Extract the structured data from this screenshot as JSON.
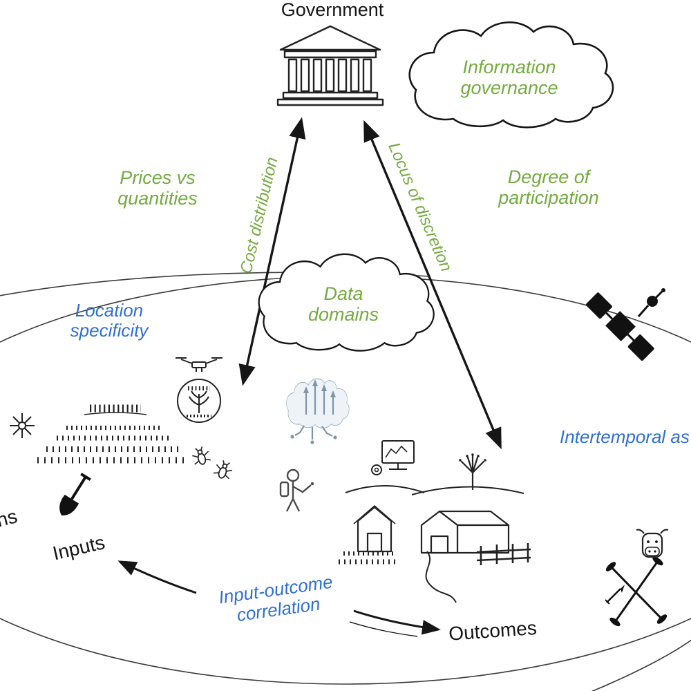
{
  "palette": {
    "green": "#74ab3f",
    "blue": "#2d6fd2",
    "ink": "#161616"
  },
  "title": {
    "government": "Government"
  },
  "clouds": {
    "information_governance": {
      "line1": "Information",
      "line2": "governance"
    },
    "data_domains": {
      "line1": "Data",
      "line2": "domains"
    }
  },
  "policy_labels": {
    "prices_vs_quantities": {
      "line1": "Prices vs",
      "line2": "quantities"
    },
    "degree_of_participation": {
      "line1": "Degree of",
      "line2": "participation"
    },
    "cost_distribution": "Cost distribution",
    "locus_of_discretion": "Locus of discretion"
  },
  "data_labels": {
    "location_specificity": {
      "line1": "Location",
      "line2": "specificity"
    },
    "intertemporal_partial": "Intertemporal as",
    "input_outcome_correlation": {
      "line1": "Input-outcome",
      "line2": "correlation"
    }
  },
  "flow": {
    "inputs": "Inputs",
    "outcomes": "Outcomes",
    "left_edge_partial": "ns"
  },
  "icons": [
    "government-building-icon",
    "information-governance-cloud",
    "data-domains-cloud",
    "sun-icon",
    "crop-field-icon",
    "drone-icon",
    "crop-scouting-circle-icon",
    "insect-icons",
    "smart-data-cloud-icon",
    "farmer-sprayer-icon",
    "computer-monitor-icon",
    "tree-icon",
    "hills",
    "barn-icon",
    "large-barn-icon",
    "fence-icon",
    "field-rows-icon",
    "footpath",
    "satellite-icon",
    "livestock-harvest-icon",
    "shovel-icon",
    "landscape-ellipse",
    "cost-arrow",
    "discretion-arrow",
    "inputs-arrow",
    "outcomes-arrow"
  ]
}
